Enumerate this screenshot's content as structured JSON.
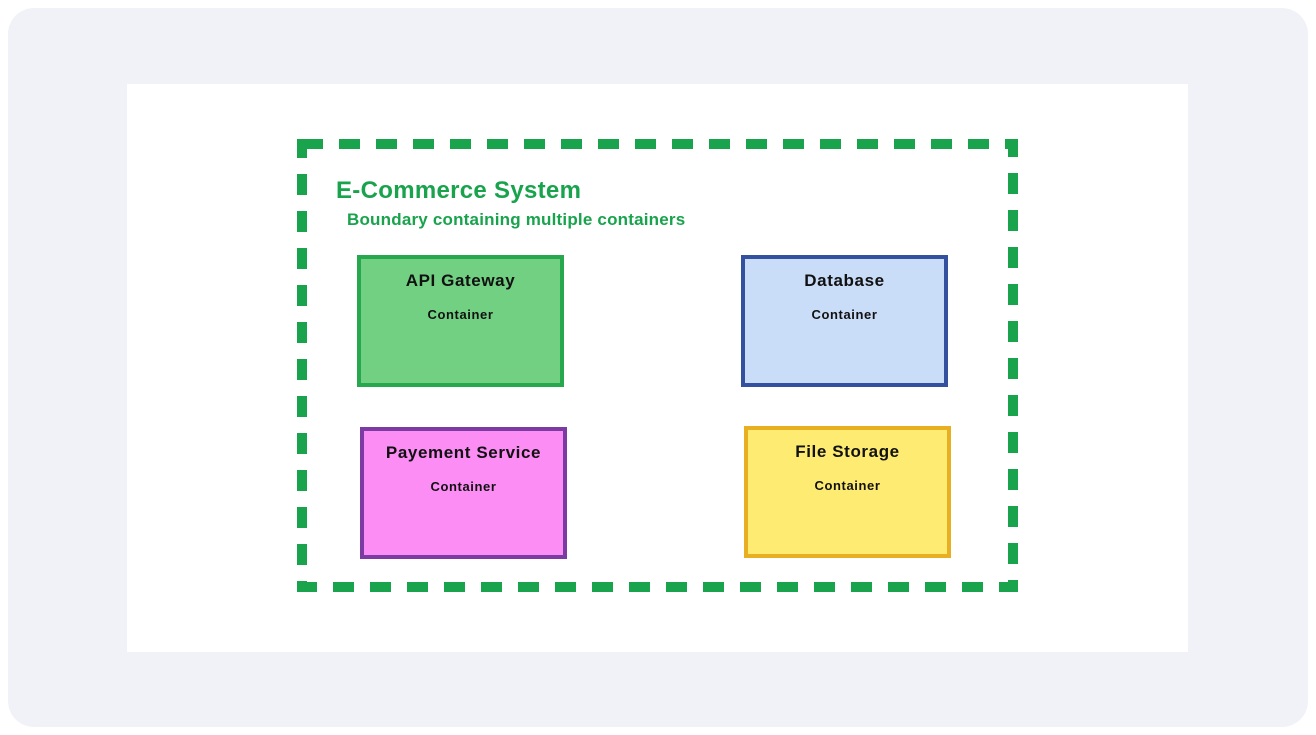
{
  "boundary": {
    "title": "E-Commerce System",
    "subtitle": "Boundary containing multiple containers",
    "accent_color": "#18a34c"
  },
  "containers": [
    {
      "name": "API Gateway",
      "type_label": "Container",
      "fill": "#72d083",
      "border": "#27a84f"
    },
    {
      "name": "Database",
      "type_label": "Container",
      "fill": "#c9dcf8",
      "border": "#34519f"
    },
    {
      "name": "Payement Service",
      "type_label": "Container",
      "fill": "#fb8df5",
      "border": "#7b3ba3"
    },
    {
      "name": "File Storage",
      "type_label": "Container",
      "fill": "#fdeb72",
      "border": "#e9af22"
    }
  ],
  "colors": {
    "page_background": "#f0f2f7",
    "canvas_background": "#ffffff",
    "text": "#111111"
  }
}
